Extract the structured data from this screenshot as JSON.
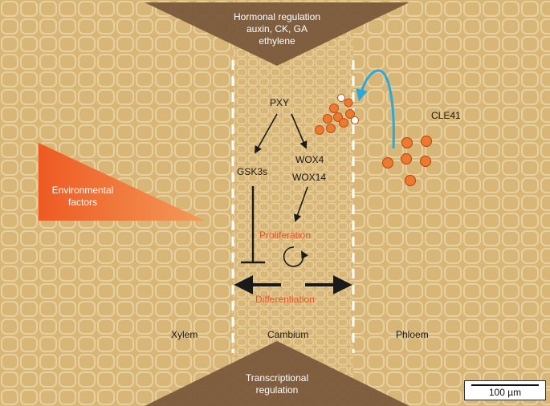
{
  "labels": {
    "hormonal": [
      "Hormonal regulation",
      "auxin, CK, GA",
      "ethylene"
    ],
    "transcriptional": [
      "Transcriptional",
      "regulation"
    ],
    "environmental": [
      "Environmental",
      "factors"
    ],
    "pxy": "PXY",
    "gsk3s": "GSK3s",
    "wox4": "WOX4",
    "wox14": "WOX14",
    "cle41": "CLE41",
    "proliferation": "Proliferation",
    "differentiation": "Differentiation",
    "xylem": "Xylem",
    "cambium": "Cambium",
    "phloem": "Phloem",
    "scale": "100 µm"
  },
  "colors": {
    "background": "#d9b679",
    "cell_wall": "#efdcae",
    "triangle_brown": "#7a5a3c",
    "environmental_orange": "#ee5a23",
    "peptide_orange": "#ee7a2f",
    "arrow_blue": "#2aa8dc",
    "text_orange": "#e8542a",
    "dashed_line": "#ffffff"
  }
}
